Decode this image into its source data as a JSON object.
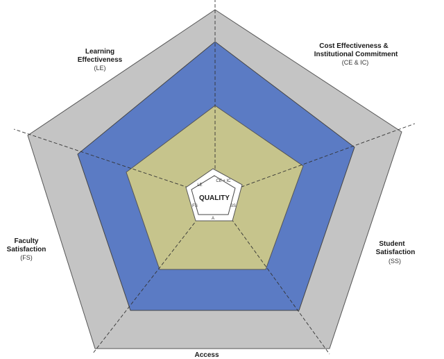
{
  "diagram": {
    "center_label": "QUALITY",
    "pillars": [
      {
        "id": "access",
        "lines": [
          "Access"
        ],
        "abbr": "",
        "small": "A"
      },
      {
        "id": "faculty-satisfaction",
        "lines": [
          "Faculty",
          "Satisfaction"
        ],
        "abbr": "(FS)",
        "small": "FS"
      },
      {
        "id": "learning-effectiveness",
        "lines": [
          "Learning",
          "Effectiveness"
        ],
        "abbr": "(LE)",
        "small": "LE"
      },
      {
        "id": "cost-effectiveness",
        "lines": [
          "Cost Effectiveness &",
          "Institutional Commitment"
        ],
        "abbr": "(CE & IC)",
        "small": "CE + IC"
      },
      {
        "id": "student-satisfaction",
        "lines": [
          "Student",
          "Satisfaction"
        ],
        "abbr": "(SS)",
        "small": "SS"
      }
    ],
    "colors": {
      "outer_band": "#c4c4c4",
      "middle_band": "#5b7bc4",
      "inner_band": "#c6c48c",
      "core": "#ffffff",
      "stroke": "#444444"
    }
  }
}
